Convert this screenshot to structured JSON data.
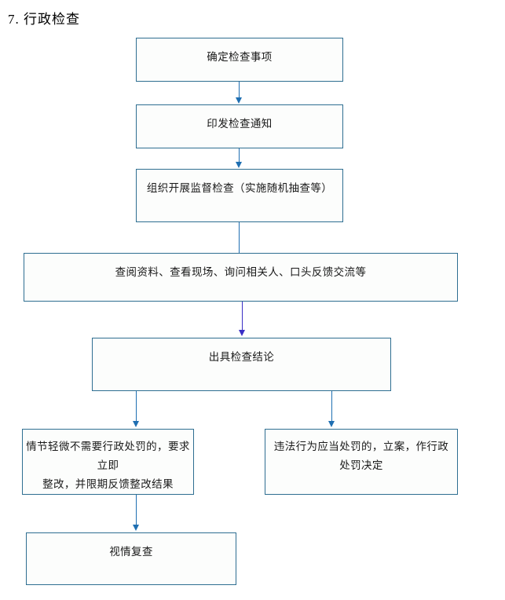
{
  "document": {
    "title": "7. 行政检查"
  },
  "flowchart": {
    "type": "flowchart",
    "orientation": "top-to-bottom",
    "box_border_color": "#2E6E91",
    "box_fill_color": "#FCFDFC",
    "arrow_color": "#1F6FB2",
    "arrow_color_alt": "#3A2FC6",
    "nodes": [
      {
        "id": "n1",
        "label": "确定检查事项"
      },
      {
        "id": "n2",
        "label": "印发检查通知"
      },
      {
        "id": "n3",
        "label": "组织开展监督检查（实施随机抽查等）"
      },
      {
        "id": "n4",
        "label": "查阅资料、查看现场、询问相关人、口头反馈交流等"
      },
      {
        "id": "n5",
        "label": "出具检查结论"
      },
      {
        "id": "n6_line1",
        "label": "情节轻微不需要行政处罚的，要求立即"
      },
      {
        "id": "n6_line2",
        "label": "整改，并限期反馈整改结果"
      },
      {
        "id": "n7_line1",
        "label": "违法行为应当处罚的，立案，作行政"
      },
      {
        "id": "n7_line2",
        "label": "处罚决定"
      },
      {
        "id": "n8",
        "label": "视情复查"
      }
    ],
    "edges": [
      {
        "from": "n1",
        "to": "n2"
      },
      {
        "from": "n2",
        "to": "n3"
      },
      {
        "from": "n3",
        "to": "n4"
      },
      {
        "from": "n4",
        "to": "n5"
      },
      {
        "from": "n5",
        "to": "n6"
      },
      {
        "from": "n5",
        "to": "n7"
      },
      {
        "from": "n6",
        "to": "n8"
      }
    ]
  }
}
